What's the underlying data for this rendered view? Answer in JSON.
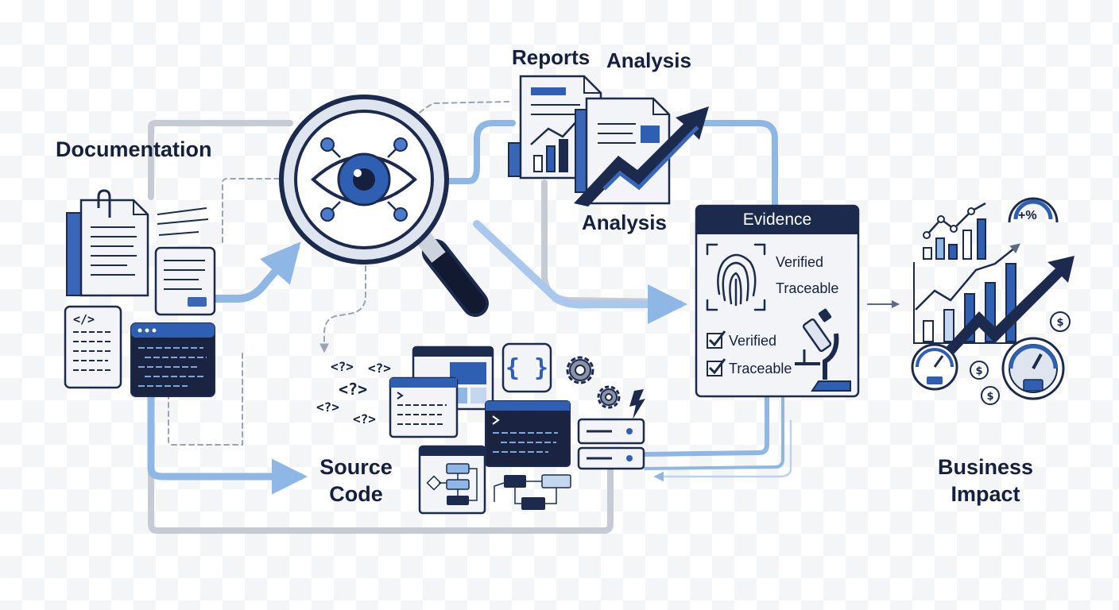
{
  "labels": {
    "documentation": "Documentation",
    "reports": "Reports",
    "analysis_top": "Analysis",
    "analysis_mid": "Analysis",
    "source_line1": "Source",
    "source_line2": "Code",
    "business_line1": "Business",
    "business_line2": "Impact"
  },
  "evidence": {
    "title": "Evidence",
    "tag1": "Verified",
    "tag2": "Traceable",
    "check1": "Verified",
    "check2": "Traceable"
  },
  "impact": {
    "percent": "+%"
  },
  "code_glyphs": [
    "<?>",
    "<?>",
    "<?>",
    "<?>",
    "<?>"
  ],
  "doc_code_tag": "</>",
  "braces": "{ }",
  "colors": {
    "navy": "#1c2b4d",
    "blue": "#2f5fb3",
    "light_blue": "#8fb7e6",
    "gray_path": "#c5cad3",
    "paper": "#f2f4f8"
  },
  "icons": [
    "documents-icon",
    "magnifier-eye-icon",
    "reports-icon",
    "growth-arrow-icon",
    "evidence-card-icon",
    "fingerprint-icon",
    "microscope-icon",
    "gear-icon",
    "server-icon",
    "code-window-icon",
    "flowchart-icon",
    "bar-chart-icon",
    "gauge-icon",
    "dollar-icon"
  ]
}
